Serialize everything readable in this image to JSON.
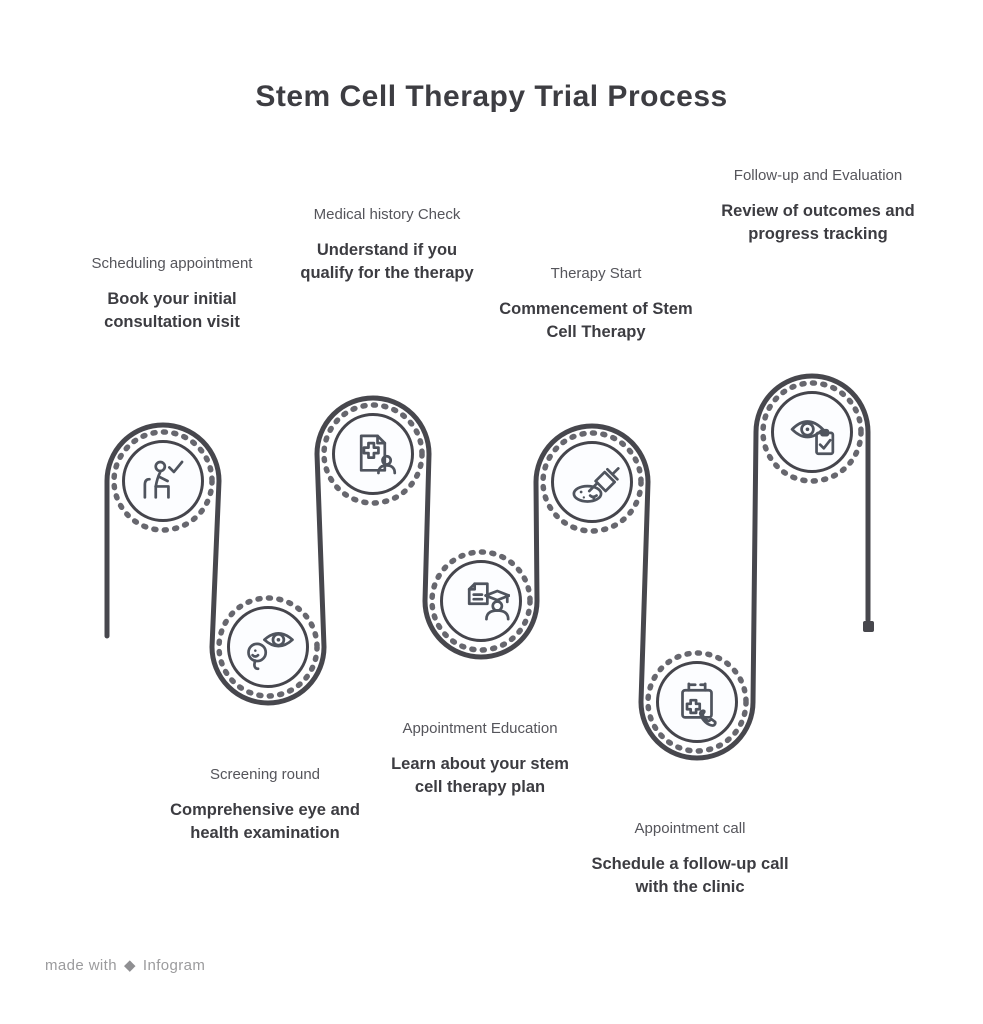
{
  "title": "Stem Cell Therapy Trial Process",
  "colors": {
    "background": "#ffffff",
    "timeline_line": "#47474d",
    "node_ring": "#45454c",
    "node_fill": "#fcfdff",
    "title_text": "#3d3d42",
    "label_text": "#55555b",
    "detail_text": "#3c3c41",
    "watermark_text": "#9b9b9d"
  },
  "watermark": {
    "prefix": "made with",
    "logo_icon": "diamond-logo-icon",
    "brand": "Infogram"
  },
  "steps": [
    {
      "order": 1,
      "icon": "person-consultation-check-icon",
      "label": "Scheduling appointment",
      "detail": "Book your initial consultation visit",
      "text_position": "above"
    },
    {
      "order": 2,
      "icon": "eye-magnifier-exam-icon",
      "label": "Screening round",
      "detail": "Comprehensive eye and health examination",
      "text_position": "below"
    },
    {
      "order": 3,
      "icon": "medical-record-patient-icon",
      "label": "Medical history Check",
      "detail": "Understand if you qualify for the therapy",
      "text_position": "above"
    },
    {
      "order": 4,
      "icon": "patient-education-document-icon",
      "label": "Appointment Education",
      "detail": "Learn about your stem cell therapy plan",
      "text_position": "below"
    },
    {
      "order": 5,
      "icon": "syringe-petri-dish-icon",
      "label": "Therapy Start",
      "detail": "Commencement of Stem Cell Therapy",
      "text_position": "above"
    },
    {
      "order": 6,
      "icon": "calendar-phone-call-icon",
      "label": "Appointment call",
      "detail": "Schedule a follow-up call with the clinic",
      "text_position": "below"
    },
    {
      "order": 7,
      "icon": "eye-checklist-review-icon",
      "label": "Follow-up and Evaluation",
      "detail": "Review of outcomes and progress tracking",
      "text_position": "above"
    }
  ]
}
